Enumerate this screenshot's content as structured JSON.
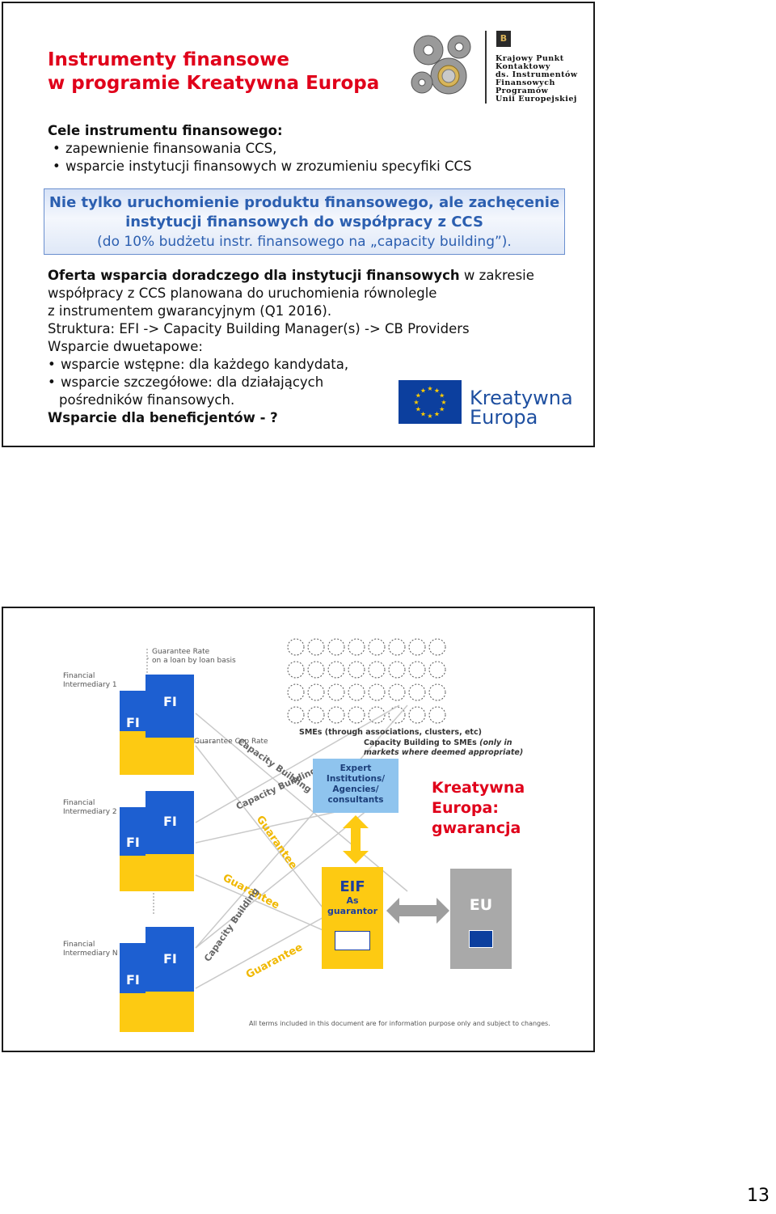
{
  "slide1": {
    "title_line1": "Instrumenty finansowe",
    "title_line2": "w programie Kreatywna Europa",
    "logo_kpk": [
      "Krajowy Punkt",
      "Kontaktowy",
      "ds. Instrumentów",
      "Finansowych",
      "Programów",
      "Unii Europejskiej"
    ],
    "goals_heading": "Cele instrumentu finansowego:",
    "goals": [
      "zapewnienie finansowania CCS,",
      "wsparcie instytucji finansowych w zrozumieniu specyfiki CCS"
    ],
    "callout_line1": "Nie tylko uruchomienie produktu finansowego, ale zachęcenie",
    "callout_line2": "instytucji finansowych do współpracy z CCS",
    "callout_line3": "(do 10% budżetu instr. finansowego na „capacity building”).",
    "offer_bold": "Oferta wsparcia doradczego dla instytucji finansowych",
    "offer_rest": " w zakresie",
    "offer_line2": "współpracy z CCS planowana do uruchomienia równolegle",
    "offer_line3": "z instrumentem gwarancyjnym (Q1 2016).",
    "structure": "Struktura: EFI -> Capacity Building Manager(s) -> CB Providers",
    "support_heading": "Wsparcie dwuetapowe:",
    "support_items": [
      "wsparcie wstępne: dla każdego kandydata,",
      "wsparcie szczegółowe: dla działających"
    ],
    "support_item2_cont": "pośredników finansowych.",
    "beneficiaries": "Wsparcie dla beneficjentów - ?",
    "ce_logo_line1": "Kreatywna",
    "ce_logo_line2": "Europa"
  },
  "slide2": {
    "guarantee_rate_1": "Guarantee Rate",
    "guarantee_rate_2": "on a loan by loan basis",
    "fi1_label_1": "Financial",
    "fi1_label_2": "Intermediary 1",
    "fi2_label_1": "Financial",
    "fi2_label_2": "Intermediary 2",
    "fin_label_1": "Financial",
    "fin_label_2": "Intermediary N",
    "fi_text": "FI",
    "cap_rate": "Guarantee Cap Rate",
    "smes": "SMEs (through associations, clusters, etc)",
    "cb_smes_1": "Capacity Building to SMEs",
    "cb_smes_2": "(only in",
    "cb_smes_3": "markets where deemed appropriate)",
    "expert_1": "Expert",
    "expert_2": "Institutions/",
    "expert_3": "Agencies/",
    "expert_4": "consultants",
    "capacity_building": "Capacity Building",
    "guarantee": "Guarantee",
    "eif_1": "EIF",
    "eif_2": "As",
    "eif_3": "guarantor",
    "eu": "EU",
    "footer": "All terms included in this document are for information purpose only and subject to changes.",
    "side_title_1": "Kreatywna",
    "side_title_2": "Europa:",
    "side_title_3": "gwarancja"
  },
  "page_number": "13",
  "colors": {
    "red": "#e0001a",
    "blue": "#1e4fa0",
    "yellow": "#fdca12",
    "fi_blue": "#1d5fd1",
    "ce_blue": "#0c3f9e"
  }
}
